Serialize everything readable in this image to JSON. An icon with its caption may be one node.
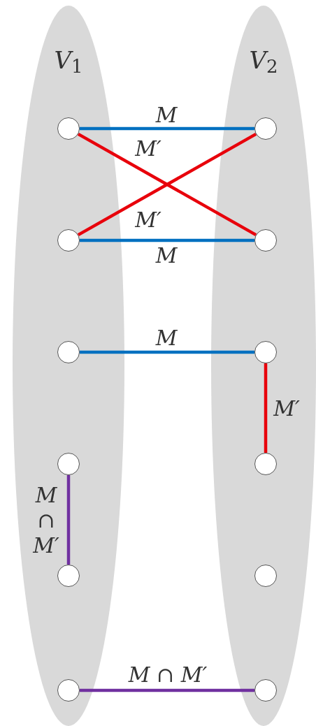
{
  "diagram": {
    "nodes": [
      {
        "text": [
          "*V*$_{1}$"
        ]
      },
      {
        "text": [],
        "shape": "circle",
        "in": 0
      },
      {
        "text": [],
        "shape": "circle",
        "in": 0
      },
      {
        "text": [],
        "shape": "circle",
        "in": 0
      },
      {
        "text": [],
        "shape": "circle",
        "in": 0
      },
      {
        "text": [],
        "shape": "circle",
        "in": 0
      },
      {
        "text": [],
        "shape": "circle",
        "in": 0
      },
      {
        "text": [
          "*V*$_{2}$"
        ]
      },
      {
        "text": [],
        "shape": "circle",
        "in": 7
      },
      {
        "text": [],
        "shape": "circle",
        "in": 7
      },
      {
        "text": [],
        "shape": "circle",
        "in": 7
      },
      {
        "text": [],
        "shape": "circle",
        "in": 7
      },
      {
        "text": [],
        "shape": "circle",
        "in": 7
      },
      {
        "text": [],
        "shape": "circle",
        "in": 7
      }
    ],
    "edges": [
      {
        "from": 1,
        "to": 8,
        "arrow": "none",
        "label": "M",
        "color": "#0070c0"
      },
      {
        "from": 1,
        "to": 9,
        "arrow": "none",
        "label": "M′",
        "color": "#e8000b"
      },
      {
        "from": 2,
        "to": 8,
        "arrow": "none",
        "label": "M′",
        "color": "#e8000b"
      },
      {
        "from": 2,
        "to": 9,
        "arrow": "none",
        "label": "M",
        "color": "#0070c0"
      },
      {
        "from": 3,
        "to": 10,
        "arrow": "none",
        "label": "M",
        "color": "#0070c0"
      },
      {
        "from": 10,
        "to": 11,
        "arrow": "none",
        "label": "M′",
        "color": "#e8000b"
      },
      {
        "from": 4,
        "to": 5,
        "arrow": "none",
        "label": "M ∩ M′",
        "color": "#7030a0"
      },
      {
        "from": 6,
        "to": 13,
        "arrow": "none",
        "label": "M ∩ M′",
        "color": "#7030a0"
      }
    ]
  }
}
